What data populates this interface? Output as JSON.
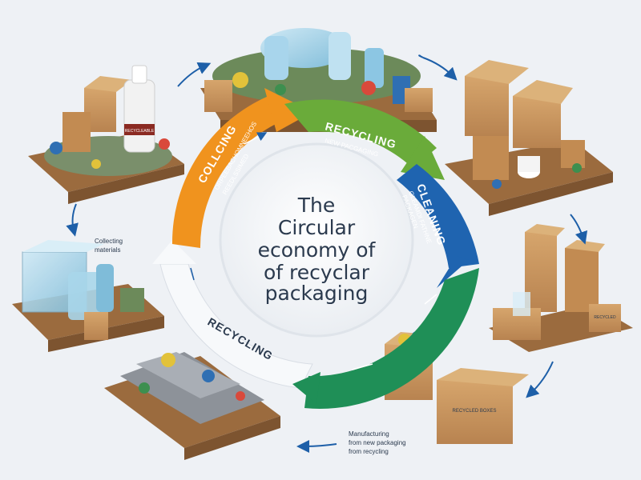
{
  "center": {
    "line1": "The",
    "line2": "Circular",
    "line3": "economy of",
    "line4": "of recyclar",
    "line5": "packaging"
  },
  "segments": {
    "collecting": {
      "title": "COLLCING",
      "sub1": "ORPEEBACHOMNEEHOS",
      "sub2": "REEDLSSIMED"
    },
    "recycling_top": {
      "title": "RECYCLING",
      "sub": "NEW PACGAGING"
    },
    "cleaning": {
      "title": "CLEANING",
      "sub1": "GLEAMDI FATHNE",
      "sub2": "PACKAGEN"
    },
    "recycling_bottom": {
      "title": "RECYCLING"
    }
  },
  "notes": {
    "collecting_materials_1": "Collecting",
    "collecting_materials_2": "materials",
    "manufacturing_1": "Manufacturing",
    "manufacturing_2": "from new packaging",
    "manufacturing_3": "from recycling"
  },
  "labels": {
    "bottle_label": "RECYCLEABLE",
    "box_label_1": "RECYCLED BOXES",
    "box_label_2": "RECYCLED"
  },
  "colors": {
    "orange": "#f0931e",
    "green": "#6aab3a",
    "blue": "#1f64b0",
    "teal_green": "#1f8f57",
    "white_segment": "#f7f9fb",
    "cardboard": "#c8965f",
    "wood": "#9b6b3e",
    "arrow_blue": "#1d5fa8"
  }
}
